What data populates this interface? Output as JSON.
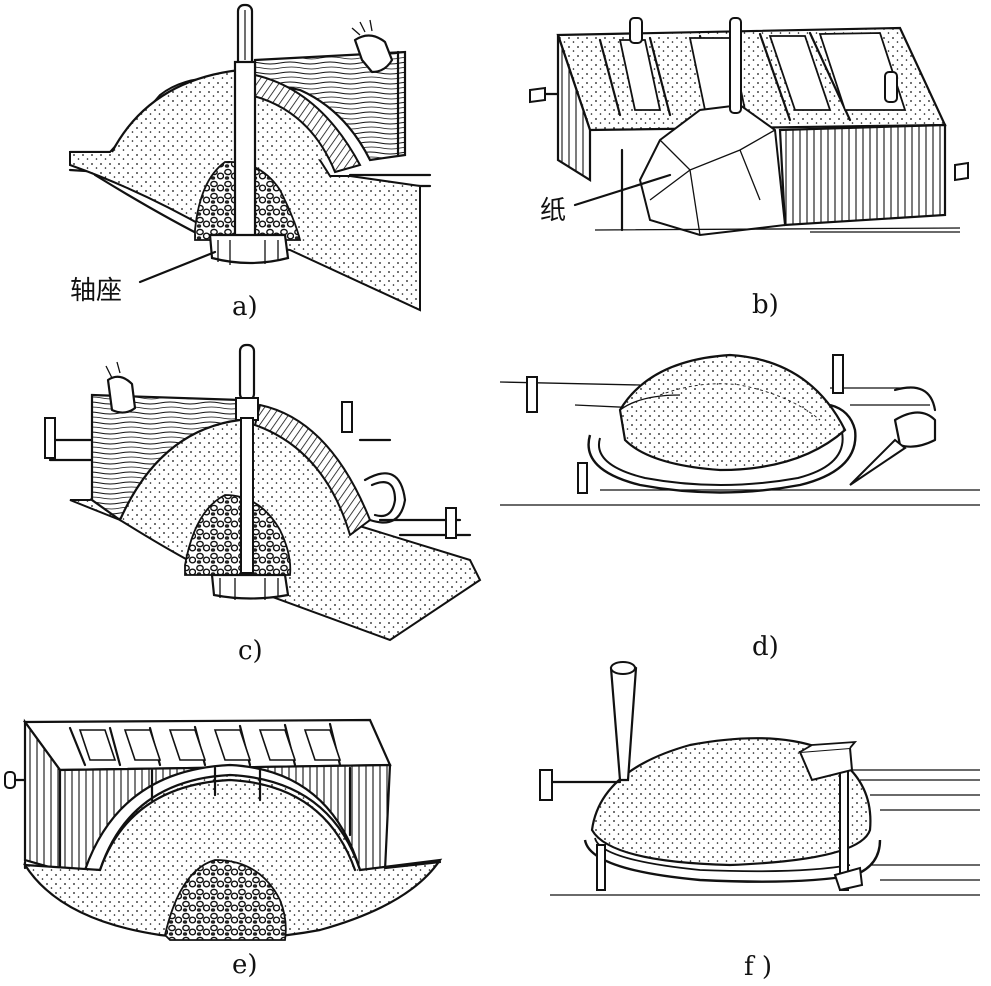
{
  "figure": {
    "panels": [
      {
        "id": "a",
        "caption": "a)",
        "callout": "轴座"
      },
      {
        "id": "b",
        "caption": "b)",
        "callout": "纸"
      },
      {
        "id": "c",
        "caption": "c)"
      },
      {
        "id": "d",
        "caption": "d)"
      },
      {
        "id": "e",
        "caption": "e)"
      },
      {
        "id": "f",
        "caption": "f )"
      }
    ]
  }
}
